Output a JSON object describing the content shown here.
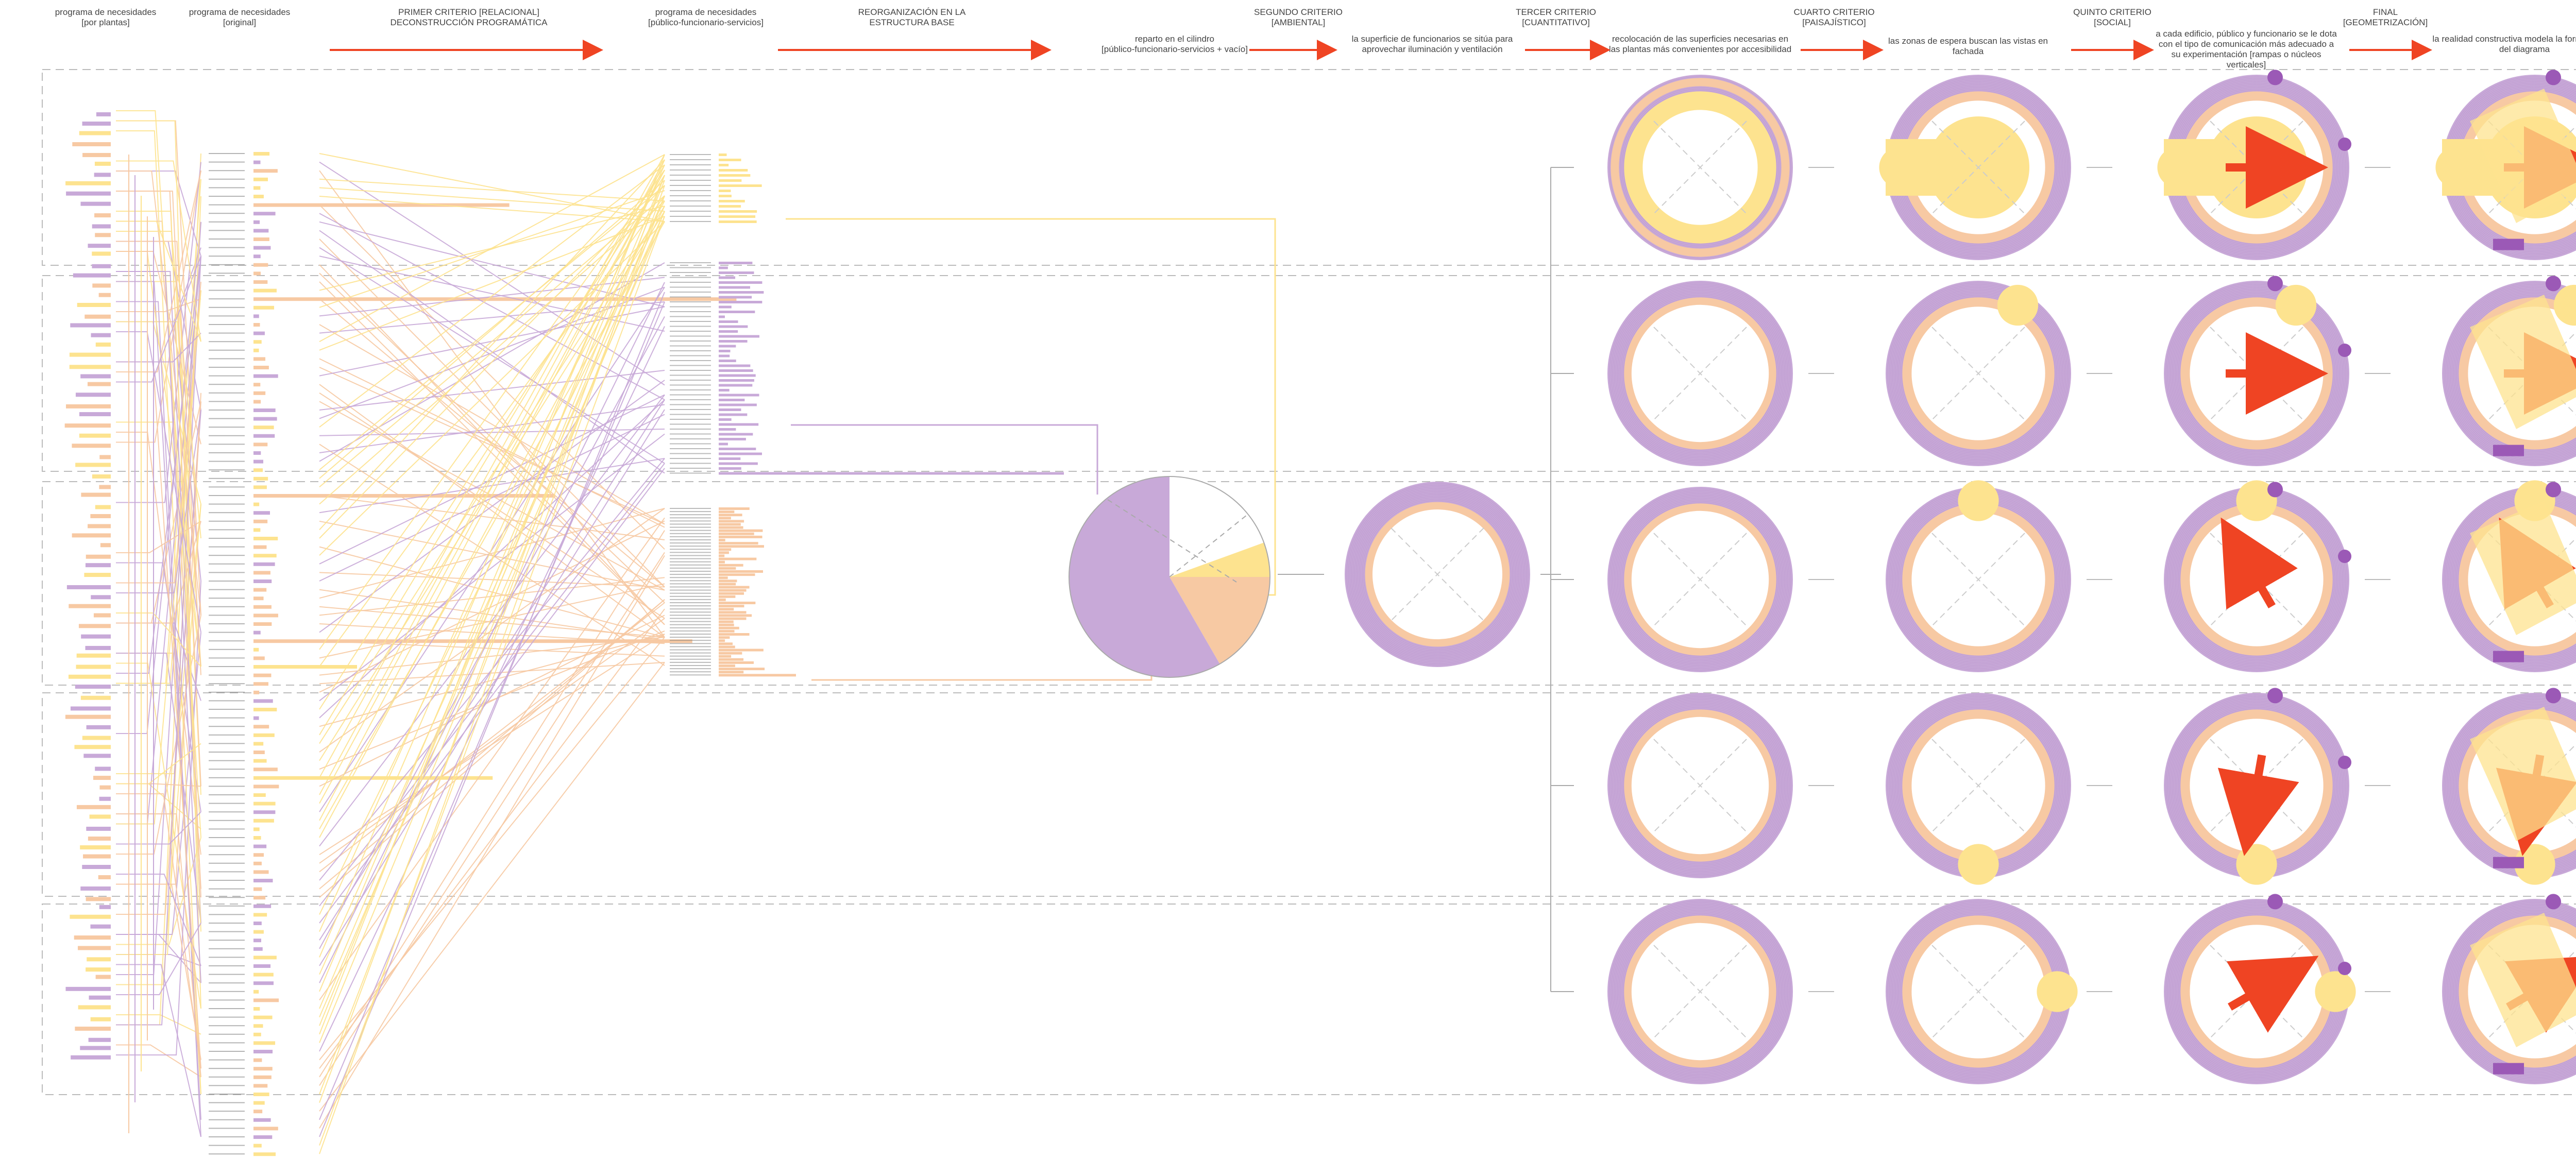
{
  "headers": [
    {
      "l1": "programa de necesidades",
      "l2": "[por plantas]"
    },
    {
      "l1": "programa de necesidades",
      "l2": "[original]"
    },
    {
      "l1": "PRIMER CRITERIO [RELACIONAL]",
      "l2": "DECONSTRUCCIÓN PROGRAMÁTICA"
    },
    {
      "l1": "programa de necesidades",
      "l2": "[público-funcionario-servicios]"
    },
    {
      "l1": "REORGANIZACIÓN EN LA",
      "l2": "ESTRUCTURA BASE"
    },
    {
      "l1": "reparto en el cilindro",
      "l2": "[público-funcionario-servicios + vacío]"
    },
    {
      "l1": "SEGUNDO CRITERIO",
      "l2": "[AMBIENTAL]"
    },
    {
      "l1": "la superficie de funcionarios se sitúa para",
      "l2": "aprovechar iluminación y ventilación"
    },
    {
      "l1": "TERCER CRITERIO",
      "l2": "[CUANTITATIVO]"
    },
    {
      "l1": "recolocación de las superficies necesarias en",
      "l2": "las plantas más convenientes por accesibilidad"
    },
    {
      "l1": "CUARTO CRITERIO",
      "l2": "[PAISAJÍSTICO]"
    },
    {
      "l1": "las zonas de espera buscan las vistas en",
      "l2": "fachada"
    },
    {
      "l1": "QUINTO CRITERIO",
      "l2": "[SOCIAL]"
    },
    {
      "l1": "a cada edificio, público y funcionario se le dota",
      "l2": "con el tipo de comunicación más adecuado a su experimentación [rampas o núcleos verticales]"
    },
    {
      "l1": "FINAL",
      "l2": "[GEOMETRIZACIÓN]"
    },
    {
      "l1": "la realidad constructiva modela la formalización",
      "l2": "del diagrama"
    }
  ],
  "colors": {
    "public": "#f7c9a3",
    "civil": "#c8a9d8",
    "services": "#fde38f",
    "arrow": "#ef4423",
    "dash": "#bbbbbb",
    "stroke": "#999999"
  }
}
